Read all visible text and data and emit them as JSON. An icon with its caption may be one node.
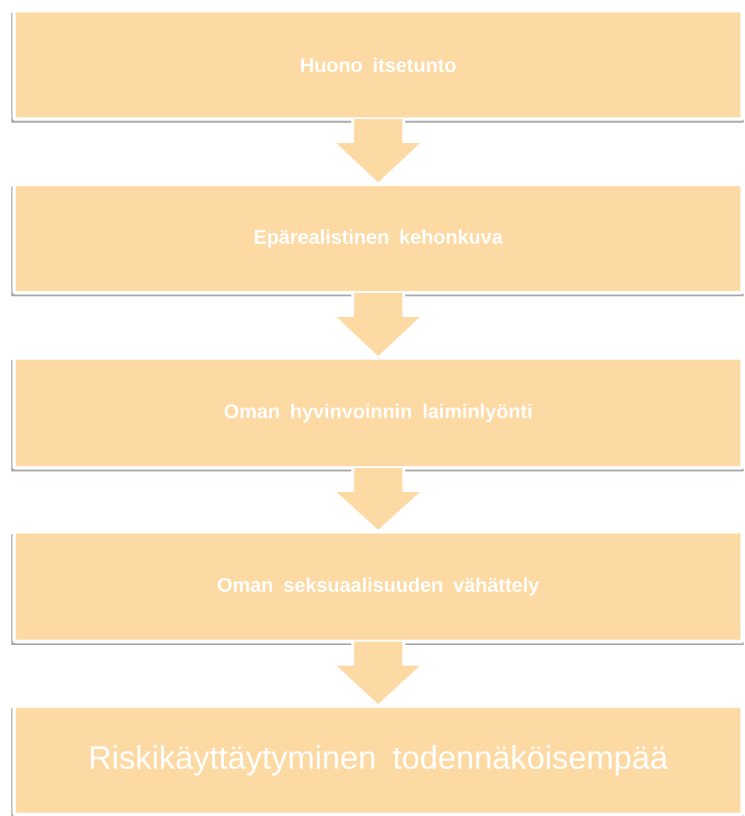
{
  "diagram": {
    "nodes": [
      {
        "text": [
          "Huono itsetunto"
        ]
      },
      {
        "text": [
          "Epärealistinen kehonkuva"
        ]
      },
      {
        "text": [
          "Oman hyvinvoinnin laiminlyönti"
        ]
      },
      {
        "text": [
          "Oman seksuaalisuuden vähättely"
        ]
      },
      {
        "text": [
          "Riskikäyttäytyminen todennäköisempää"
        ]
      }
    ],
    "edges": [
      {
        "from": 0,
        "to": 1,
        "arrow": "to"
      },
      {
        "from": 1,
        "to": 2,
        "arrow": "to"
      },
      {
        "from": 2,
        "to": 3,
        "arrow": "to"
      },
      {
        "from": 3,
        "to": 4,
        "arrow": "to"
      }
    ]
  }
}
